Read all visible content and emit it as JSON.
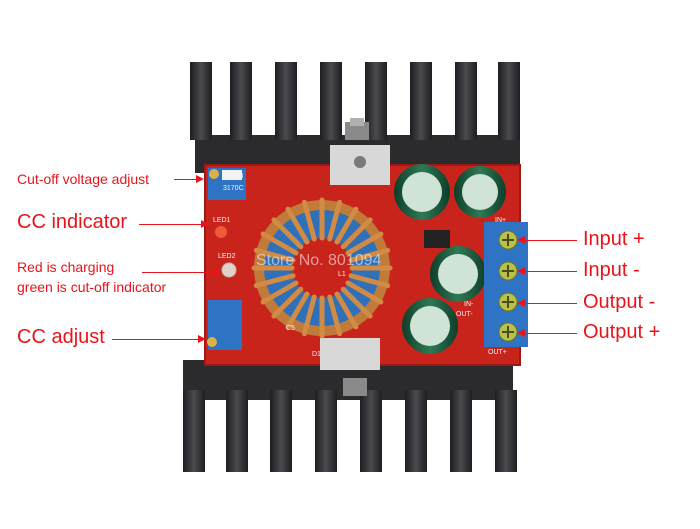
{
  "labels": {
    "cutoff": "Cut-off voltage adjust",
    "cc_indicator": "CC indicator",
    "red_line1": "Red is charging",
    "red_line2": "green is cut-off indicator",
    "cc_adjust": "CC adjust",
    "input_plus": "Input +",
    "input_minus": "Input -",
    "output_minus": "Output -",
    "output_plus": "Output +"
  },
  "pcb_text": {
    "pot1": "W 103",
    "pot1b": "3170C",
    "led1": "LED1",
    "led2": "LED2",
    "in_plus": "IN+",
    "in_minus": "IN-",
    "out_minus": "OUT-",
    "out_plus": "OUT+",
    "c5": "C5",
    "d1": "D1",
    "l1": "L1"
  },
  "watermark": "Store No. 801094",
  "colors": {
    "annotation": "#e8141b",
    "pcb": "#c8241c",
    "heatsink": "#2b2b2e",
    "terminal": "#2f74c4"
  }
}
